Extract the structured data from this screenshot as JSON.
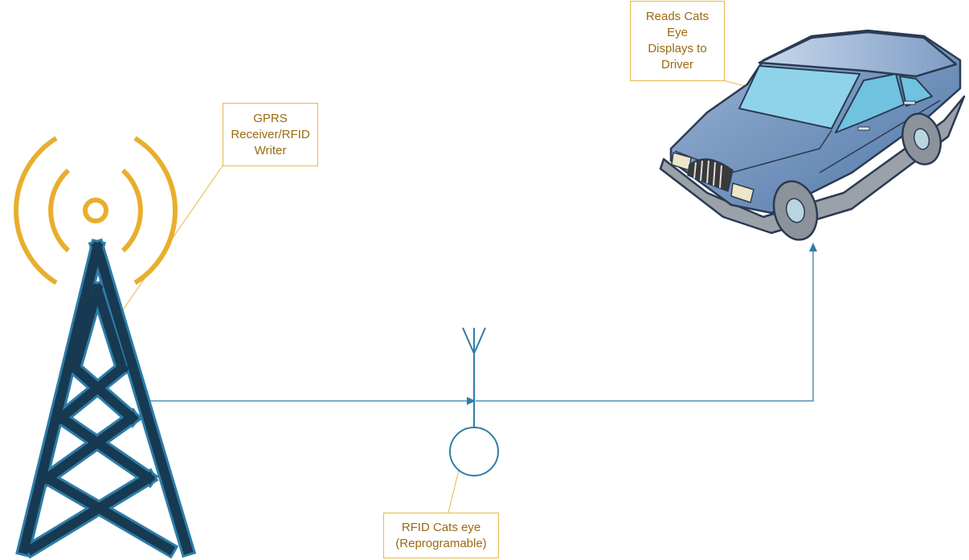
{
  "callouts": {
    "tower": {
      "lines": [
        "GPRS",
        "Receiver/RFID",
        "Writer"
      ]
    },
    "car": {
      "lines": [
        "Reads Cats",
        "Eye",
        "Displays to",
        "Driver"
      ]
    },
    "rfid": {
      "lines": [
        "RFID Cats eye",
        "(Reprogramable)"
      ]
    }
  },
  "icons": {
    "tower": "radio-tower-icon",
    "antenna": "antenna-icon",
    "rfid": "rfid-tag-icon",
    "car": "car-icon"
  },
  "colors": {
    "tower_dark": "#173A52",
    "tower_outline": "#2E7DA8",
    "signal": "#E9AE2C",
    "connector": "#2E7DA8",
    "callout_border": "#E8B84A",
    "callout_text": "#9A6A10",
    "car_body": "#6B8DB8",
    "car_window": "#8FD3EA"
  }
}
